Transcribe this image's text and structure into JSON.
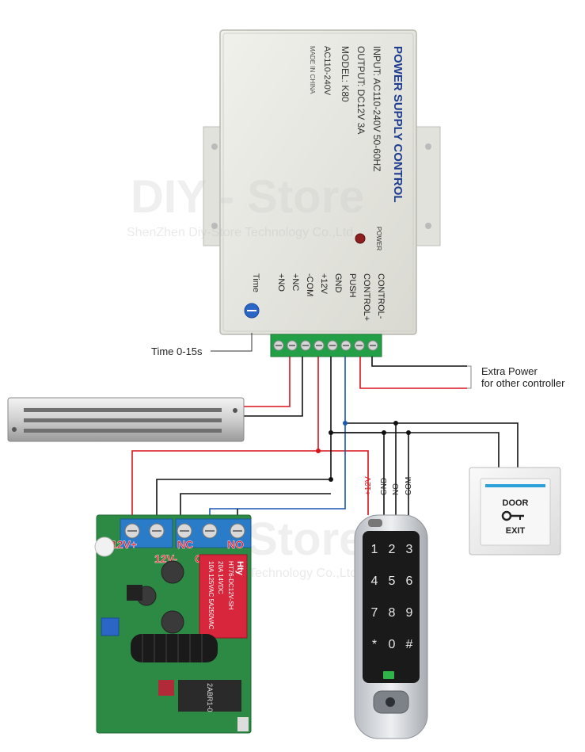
{
  "power_supply": {
    "title": "POWER SUPPLY CONTROL",
    "input": "INPUT: AC110-240V 50-60HZ",
    "output": "OUTPUT: DC12V 3A",
    "model": "MODEL: K80",
    "ac": "AC110-240V",
    "made_in": "MADE IN CHINA",
    "power_led_label": "POWER",
    "time_label": "Time",
    "terminals": [
      "CONTROL-",
      "CONTROL+",
      "PUSH",
      "GND",
      "+12V",
      "-COM",
      "+NC",
      "+NO"
    ]
  },
  "annotations": {
    "time_range": "Time 0-15s",
    "extra_power_line1": "Extra Power",
    "extra_power_line2": "for other controller"
  },
  "keypad": {
    "wire_labels": [
      "+12V",
      "GND",
      "NO",
      "COM"
    ],
    "keys": [
      "1",
      "2",
      "3",
      "4",
      "5",
      "6",
      "7",
      "8",
      "9",
      "*",
      "0",
      "#"
    ]
  },
  "exit_button": {
    "line1": "DOOR",
    "line2": "EXIT"
  },
  "relay_board": {
    "terminal_labels": [
      "12V+",
      "12V-",
      "NC",
      "COM",
      "NO"
    ],
    "relay_text": [
      "Hty",
      "HT76-DC12V-SH",
      "20A 14VDC",
      "10A 125VAC 5A250VAC"
    ],
    "chip_text": [
      "2ABR1-0"
    ]
  },
  "watermark": {
    "brand": "DIY - Store",
    "company": "ShenZhen Diy-Store Technology Co.,Ltd"
  },
  "colors": {
    "wire_red": "#d8141b",
    "wire_black": "#111111",
    "wire_blue": "#1b57b5",
    "terminal_green": "#23a047",
    "board_green": "#2d8a45",
    "housing_grey": "#e8e8e2"
  }
}
